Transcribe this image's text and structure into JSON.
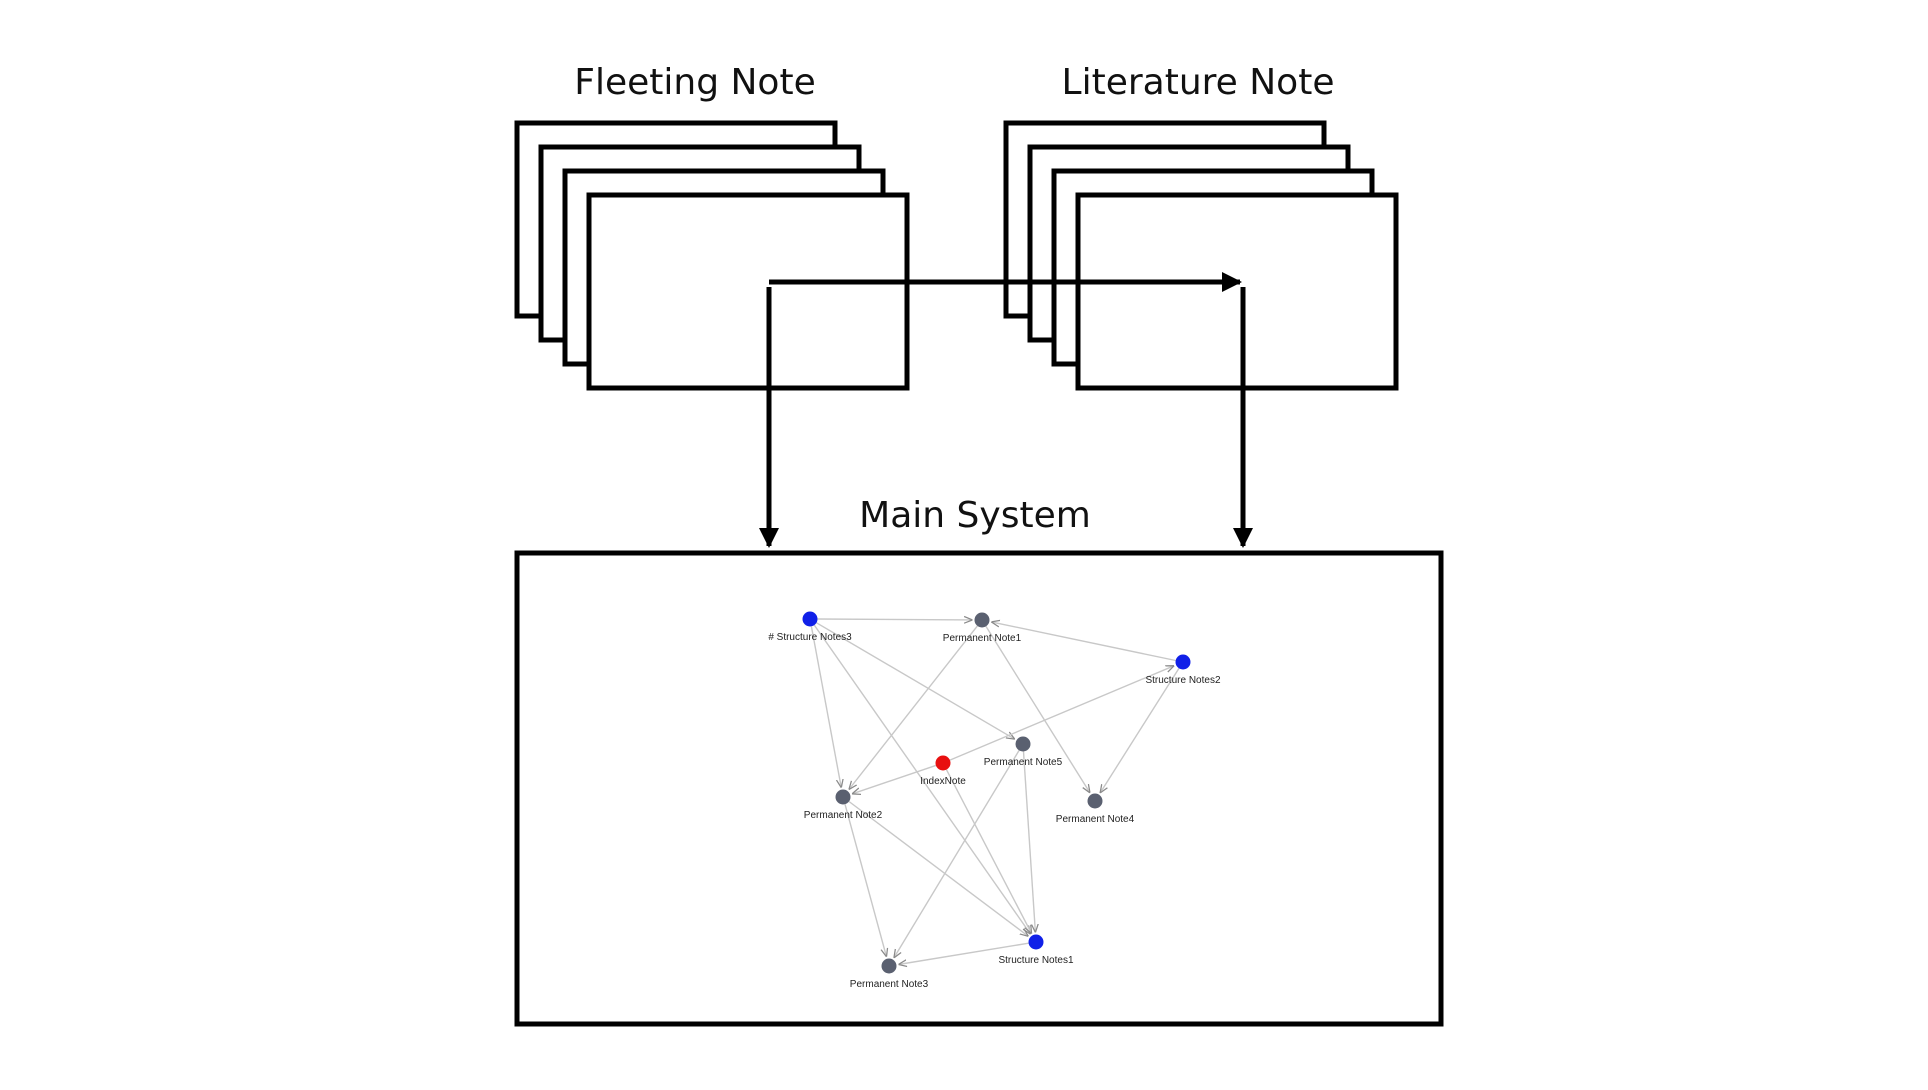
{
  "labels": {
    "fleeting": "Fleeting Note",
    "literature": "Literature Note",
    "main": "Main System"
  },
  "colors": {
    "structure_node": "#1020e8",
    "permanent_node": "#5a6070",
    "index_node": "#e81010",
    "edge": "#c8c8c8",
    "outline": "#000000"
  },
  "graph": {
    "nodes": [
      {
        "id": "s3",
        "label": "# Structure Notes3",
        "kind": "structure"
      },
      {
        "id": "p1",
        "label": "Permanent Note1",
        "kind": "permanent"
      },
      {
        "id": "s2",
        "label": "Structure Notes2",
        "kind": "structure"
      },
      {
        "id": "p5",
        "label": "Permanent Note5",
        "kind": "permanent"
      },
      {
        "id": "idx",
        "label": "IndexNote",
        "kind": "index"
      },
      {
        "id": "p2",
        "label": "Permanent Note2",
        "kind": "permanent"
      },
      {
        "id": "p4",
        "label": "Permanent Note4",
        "kind": "permanent"
      },
      {
        "id": "s1",
        "label": "Structure Notes1",
        "kind": "structure"
      },
      {
        "id": "p3",
        "label": "Permanent Note3",
        "kind": "permanent"
      }
    ],
    "edges": [
      {
        "from": "s3",
        "to": "p1"
      },
      {
        "from": "s3",
        "to": "p2"
      },
      {
        "from": "s3",
        "to": "p5"
      },
      {
        "from": "s3",
        "to": "s1"
      },
      {
        "from": "s2",
        "to": "p1"
      },
      {
        "from": "s2",
        "to": "p4"
      },
      {
        "from": "p1",
        "to": "p2"
      },
      {
        "from": "p1",
        "to": "p4"
      },
      {
        "from": "idx",
        "to": "p2"
      },
      {
        "from": "idx",
        "to": "s2"
      },
      {
        "from": "idx",
        "to": "s1"
      },
      {
        "from": "p5",
        "to": "p3"
      },
      {
        "from": "p5",
        "to": "s1"
      },
      {
        "from": "p2",
        "to": "p3"
      },
      {
        "from": "p2",
        "to": "s1"
      },
      {
        "from": "s1",
        "to": "p3"
      }
    ]
  }
}
